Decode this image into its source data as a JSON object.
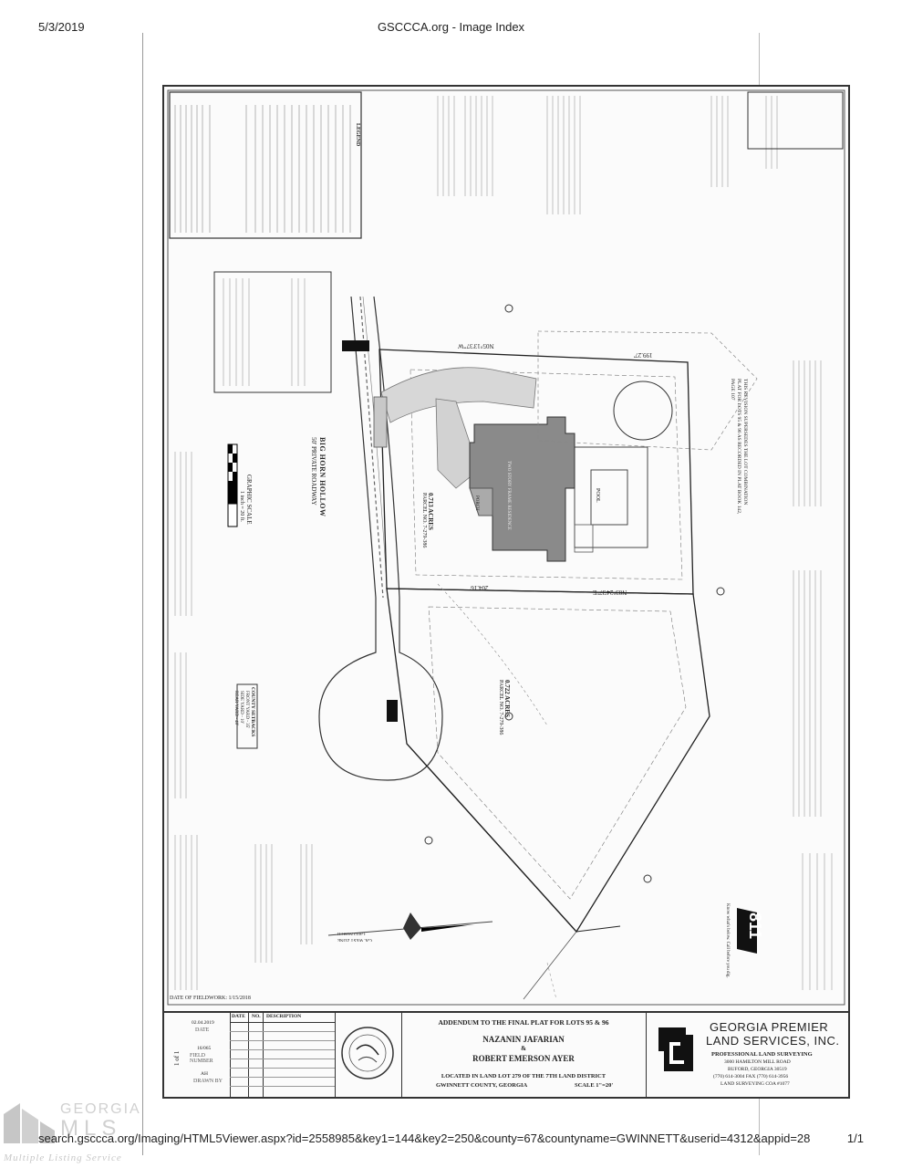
{
  "header": {
    "date": "5/3/2019",
    "title": "GSCCCA.org - Image Index"
  },
  "footer": {
    "url": "search.gsccca.org/Imaging/HTML5Viewer.aspx?id=2558985&key1=144&key2=250&county=67&countyname=GWINNETT&userid=4312&appid=28",
    "page": "1/1"
  },
  "plat": {
    "road_name": "BIG HORN HOLLOW",
    "road_desc": "50' PRIVATE ROADWAY",
    "graphic_scale": "GRAPHIC SCALE",
    "scale_unit": "1 inch = 20 ft.",
    "lot95_area": "0.713 ACRES",
    "lot95_parcel": "PARCEL NO. 7-279-386",
    "lot96_area": "0.722 ACRES",
    "lot96_parcel": "PARCEL NO. 7-279-386",
    "building": "TWO STORY FRAME RESIDENCE",
    "bearing_top": "N05°13'37\"W",
    "dist_top": "199.27'",
    "bearing_mid": "N03°24'37\"E",
    "dist_mid": "204.16'",
    "legend_title": "LEGEND",
    "revision_note": "THIS REVISION SUPERSEDES THE LOT COMBINATION PLAT FOR LOTS 95 & 96 AS RECORDED IN PLAT BOOK 142, PAGE 107",
    "county_setbacks": "COUNTY SETBACKS",
    "setback_lines": [
      "FRONT YARD - 35'",
      "SIDE YARD - 10'",
      "REAR YARD - 40'"
    ],
    "grid_north": "GRID NORTH",
    "grid_north_sub": "GA. WEST ZONE",
    "call_811": "811",
    "call_811_text": "Know what's below. Call before you dig.",
    "fieldwork_date": "DATE OF FIELDWORK: 1/15/2018",
    "pool": "POOL",
    "porch": "PORCH"
  },
  "title_block": {
    "revision_headers": [
      "DATE",
      "NO.",
      "DESCRIPTION"
    ],
    "sheet_no": "1 of 1",
    "date_value": "02.04.2019",
    "date_label": "DATE",
    "field_no": "16/065",
    "field_label": "FIELD NUMBER",
    "drawn_value": "AH",
    "drawn_label": "DRAWN BY",
    "addendum": "ADDENDUM TO THE FINAL PLAT FOR LOTS 95 & 96",
    "owner1": "NAZANIN JAFARIAN",
    "amp": "&",
    "owner2": "ROBERT EMERSON AYER",
    "location1": "LOCATED IN LAND LOT 279 OF THE 7TH LAND DISTRICT",
    "location2": "GWINNETT COUNTY, GEORGIA",
    "scale": "SCALE 1\"=20'",
    "company1": "GEORGIA PREMIER",
    "company2": "LAND SERVICES, INC.",
    "company_sub": "PROFESSIONAL LAND SURVEYING",
    "address1": "3000 HAMILTON MILL ROAD",
    "address2": "BUFORD, GEORGIA 30519",
    "phone": "(770) 614-3004  FAX (770) 614-3956",
    "cert": "LAND SURVEYING COA #1077"
  },
  "watermark": {
    "line1": "GEORGIA",
    "line2": "MLS",
    "line3": "Multiple Listing Service"
  }
}
